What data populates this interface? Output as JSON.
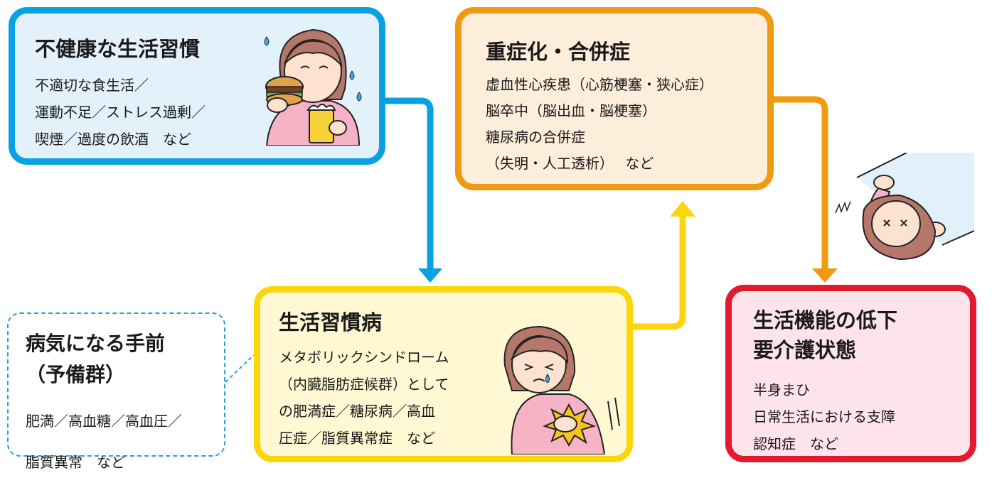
{
  "lifestyle": {
    "title": "不健康な生活習慣",
    "lines": [
      "不適切な食生活／",
      "運動不足／ストレス過剰／",
      "喫煙／過度の飲酒　など"
    ],
    "border_color": "#0aa0e4",
    "background": "#e3f1fb"
  },
  "complication": {
    "title": "重症化・合併症",
    "lines": [
      "虚血性心疾患（心筋梗塞・狭心症）",
      "脳卒中（脳出血・脳梗塞）",
      "糖尿病の合併症",
      "（失明・人工透析）　 など"
    ],
    "border_color": "#f09a12",
    "background": "#fdeedb"
  },
  "disease": {
    "title": "生活習慣病",
    "lines": [
      "メタボリックシンドローム",
      "（内臓脂肪症候群）として",
      "の肥満症／糖尿病／高血",
      "圧症／脂質異常症　など"
    ],
    "border_color": "#fbd60c",
    "background": "#fff8d3"
  },
  "decline": {
    "title_lines": [
      "生活機能の低下",
      "要介護状態"
    ],
    "lines": [
      "半身まひ",
      "日常生活における支障",
      "認知症　など"
    ],
    "border_color": "#e31a2d",
    "background": "#fde4ea"
  },
  "prestage": {
    "title_lines": [
      "病気になる手前",
      "（予備群）"
    ],
    "lines": [
      "肥満／高血糖／高血圧／",
      "脂質異常　など"
    ],
    "border_color": "#2a9fd8"
  },
  "arrows": {
    "blue": "#0aa0e4",
    "yellow": "#fbd60c",
    "orange": "#f09a12"
  },
  "illustrations": {
    "eating": "woman-eating-burger-icon",
    "chest_pain": "woman-chest-pain-icon",
    "collapsed": "woman-collapsed-icon"
  }
}
